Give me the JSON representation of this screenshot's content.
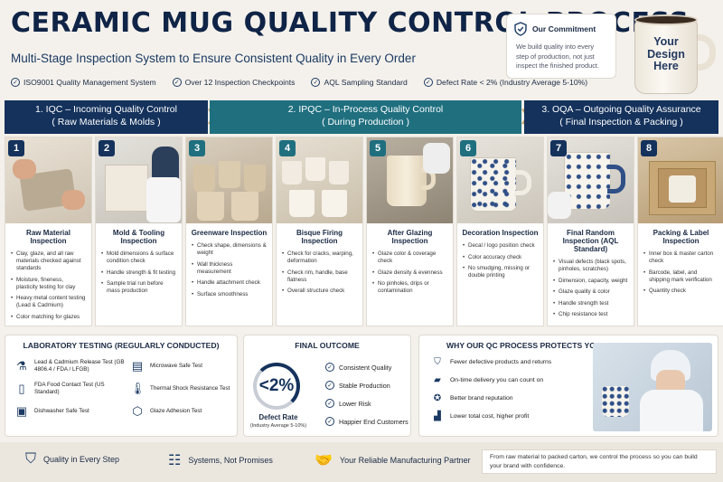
{
  "header": {
    "title": "CERAMIC MUG QUALITY CONTROL PROCESS",
    "subtitle": "Multi-Stage Inspection System to Ensure Consistent Quality in Every Order",
    "features": [
      "ISO9001 Quality Management System",
      "Over 12 Inspection Checkpoints",
      "AQL Sampling Standard",
      "Defect Rate < 2% (Industry Average 5-10%)"
    ]
  },
  "commitment": {
    "title": "Our Commitment",
    "text": "We build quality into every step of production, not just inspect the finished product."
  },
  "hero_mug": {
    "text": "Your Design Here"
  },
  "phases": [
    {
      "line1": "1. IQC – Incoming Quality Control",
      "line2": "( Raw Materials & Molds )"
    },
    {
      "line1": "2. IPQC – In-Process Quality Control",
      "line2": "( During Production )"
    },
    {
      "line1": "3. OQA – Outgoing Quality Assurance",
      "line2": "( Final Inspection & Packing )"
    }
  ],
  "steps": [
    {
      "num": "1",
      "title": "Raw Material Inspection",
      "items": [
        "Clay, glaze, and all raw materials checked against standards",
        "Moisture, fineness, plasticity testing for clay",
        "Heavy metal content testing (Lead & Cadmium)",
        "Color matching for glazes"
      ]
    },
    {
      "num": "2",
      "title": "Mold & Tooling Inspection",
      "items": [
        "Mold dimensions & surface condition check",
        "Handle strength & fit testing",
        "Sample trial run before mass production"
      ]
    },
    {
      "num": "3",
      "title": "Greenware Inspection",
      "items": [
        "Check shape, dimensions & weight",
        "Wall thickness measurement",
        "Handle attachment check",
        "Surface smoothness"
      ]
    },
    {
      "num": "4",
      "title": "Bisque Firing Inspection",
      "items": [
        "Check for cracks, warping, deformation",
        "Check rim, handle, base flatness",
        "Overall structure check"
      ]
    },
    {
      "num": "5",
      "title": "After Glazing Inspection",
      "items": [
        "Glaze color & coverage check",
        "Glaze density & evenness",
        "No pinholes, drips or contamination"
      ]
    },
    {
      "num": "6",
      "title": "Decoration Inspection",
      "items": [
        "Decal / logo position check",
        "Color accuracy check",
        "No smudging, missing or double printing"
      ]
    },
    {
      "num": "7",
      "title": "Final Random Inspection (AQL Standard)",
      "items": [
        "Visual defects (black spots, pinholes, scratches)",
        "Dimension, capacity, weight",
        "Glaze quality & color",
        "Handle strength test",
        "Chip resistance test"
      ]
    },
    {
      "num": "8",
      "title": "Packing & Label Inspection",
      "items": [
        "Inner box & master carton check",
        "Barcode, label, and shipping mark verification",
        "Quantity check"
      ]
    }
  ],
  "lab": {
    "title": "LABORATORY TESTING (REGULARLY CONDUCTED)",
    "items": [
      {
        "icon": "flask-icon",
        "text": "Lead & Cadmium Release Test (GB 4806.4 / FDA / LFGB)"
      },
      {
        "icon": "microwave-icon",
        "text": "Microwave Safe Test"
      },
      {
        "icon": "fda-icon",
        "text": "FDA Food Contact Test (US Standard)"
      },
      {
        "icon": "thermometer-icon",
        "text": "Thermal Shock Resistance Test"
      },
      {
        "icon": "dishwasher-icon",
        "text": "Dishwasher Safe Test"
      },
      {
        "icon": "glaze-icon",
        "text": "Glaze Adhesion Test"
      }
    ]
  },
  "outcome": {
    "title": "FINAL OUTCOME",
    "defect_value": "<2%",
    "defect_label": "Defect Rate",
    "defect_sub": "(Industry Average 5-10%)",
    "items": [
      "Consistent Quality",
      "Stable Production",
      "Lower Risk",
      "Happier End Customers"
    ]
  },
  "why": {
    "title": "WHY OUR QC PROCESS PROTECTS YOUR BUSINESS",
    "items": [
      {
        "icon": "shield-icon",
        "text": "Fewer defective products and returns"
      },
      {
        "icon": "truck-icon",
        "text": "On-time delivery you can count on"
      },
      {
        "icon": "medal-icon",
        "text": "Better brand reputation"
      },
      {
        "icon": "chart-icon",
        "text": "Lower total cost, higher profit"
      }
    ]
  },
  "footer": {
    "items": [
      "Quality in Every Step",
      "Systems, Not Promises",
      "Your Reliable Manufacturing Partner"
    ],
    "tagline": "From raw material to packed carton, we control the process so you can build your brand with confidence."
  }
}
